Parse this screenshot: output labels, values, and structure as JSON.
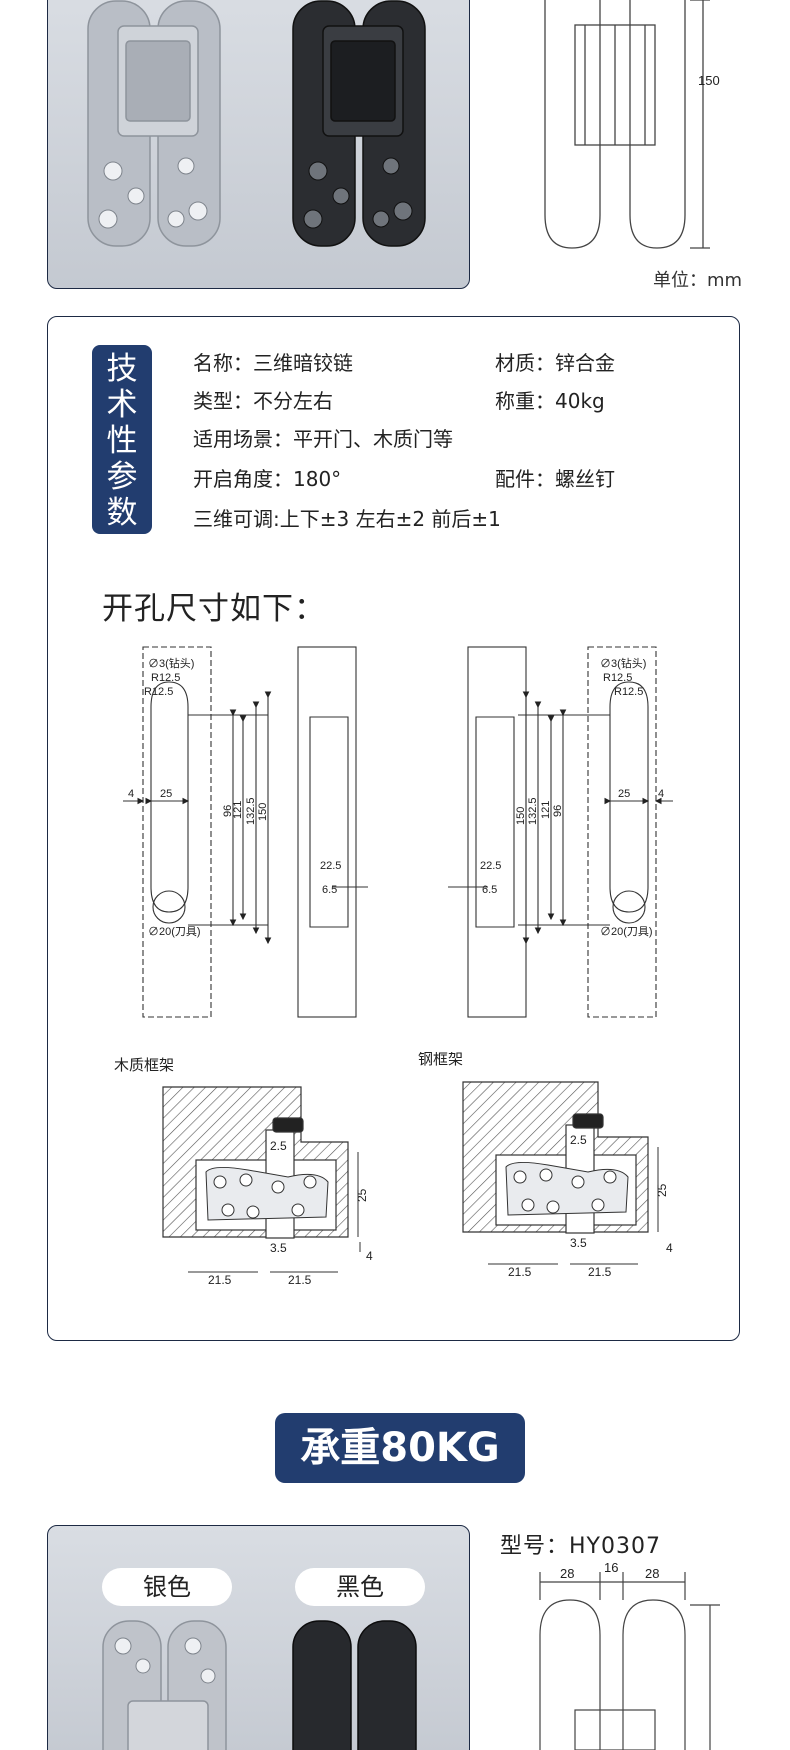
{
  "unit": "单位：mm",
  "top_drawing": {
    "dim_height": "150"
  },
  "specs": {
    "badge": [
      "技",
      "术",
      "性",
      "参",
      "数"
    ],
    "name": "名称：三维暗铰链",
    "material": "材质：锌合金",
    "type": "类型：不分左右",
    "load": "称重：40kg",
    "scene": "适用场景：平开门、木质门等",
    "angle": "开启角度：180°",
    "parts": "配件：螺丝钉",
    "adjust": "三维可调:上下±3 左右±2 前后±1"
  },
  "hole_title": "开孔尺寸如下：",
  "drawing": {
    "drill": "∅3(钻头)",
    "r1": "R12.5",
    "r2": "R12.5",
    "d4": "4",
    "d25": "25",
    "d96": "96",
    "d121": "121",
    "d1325": "132.5",
    "d150": "150",
    "cutter": "∅20(刀具)",
    "d225": "22.5",
    "d65": "6.5"
  },
  "frames": {
    "wood": "木质框架",
    "steel": "钢框架",
    "d25": "2.5",
    "d35": "3.5",
    "d215": "21.5",
    "d25h": "25",
    "d4": "4"
  },
  "banner": "承重80KG",
  "model": "型号：HY0307",
  "bottom_photo": {
    "silver": "银色",
    "black": "黑色"
  },
  "bottom_drawing": {
    "d28a": "28",
    "d16": "16",
    "d28b": "28"
  }
}
